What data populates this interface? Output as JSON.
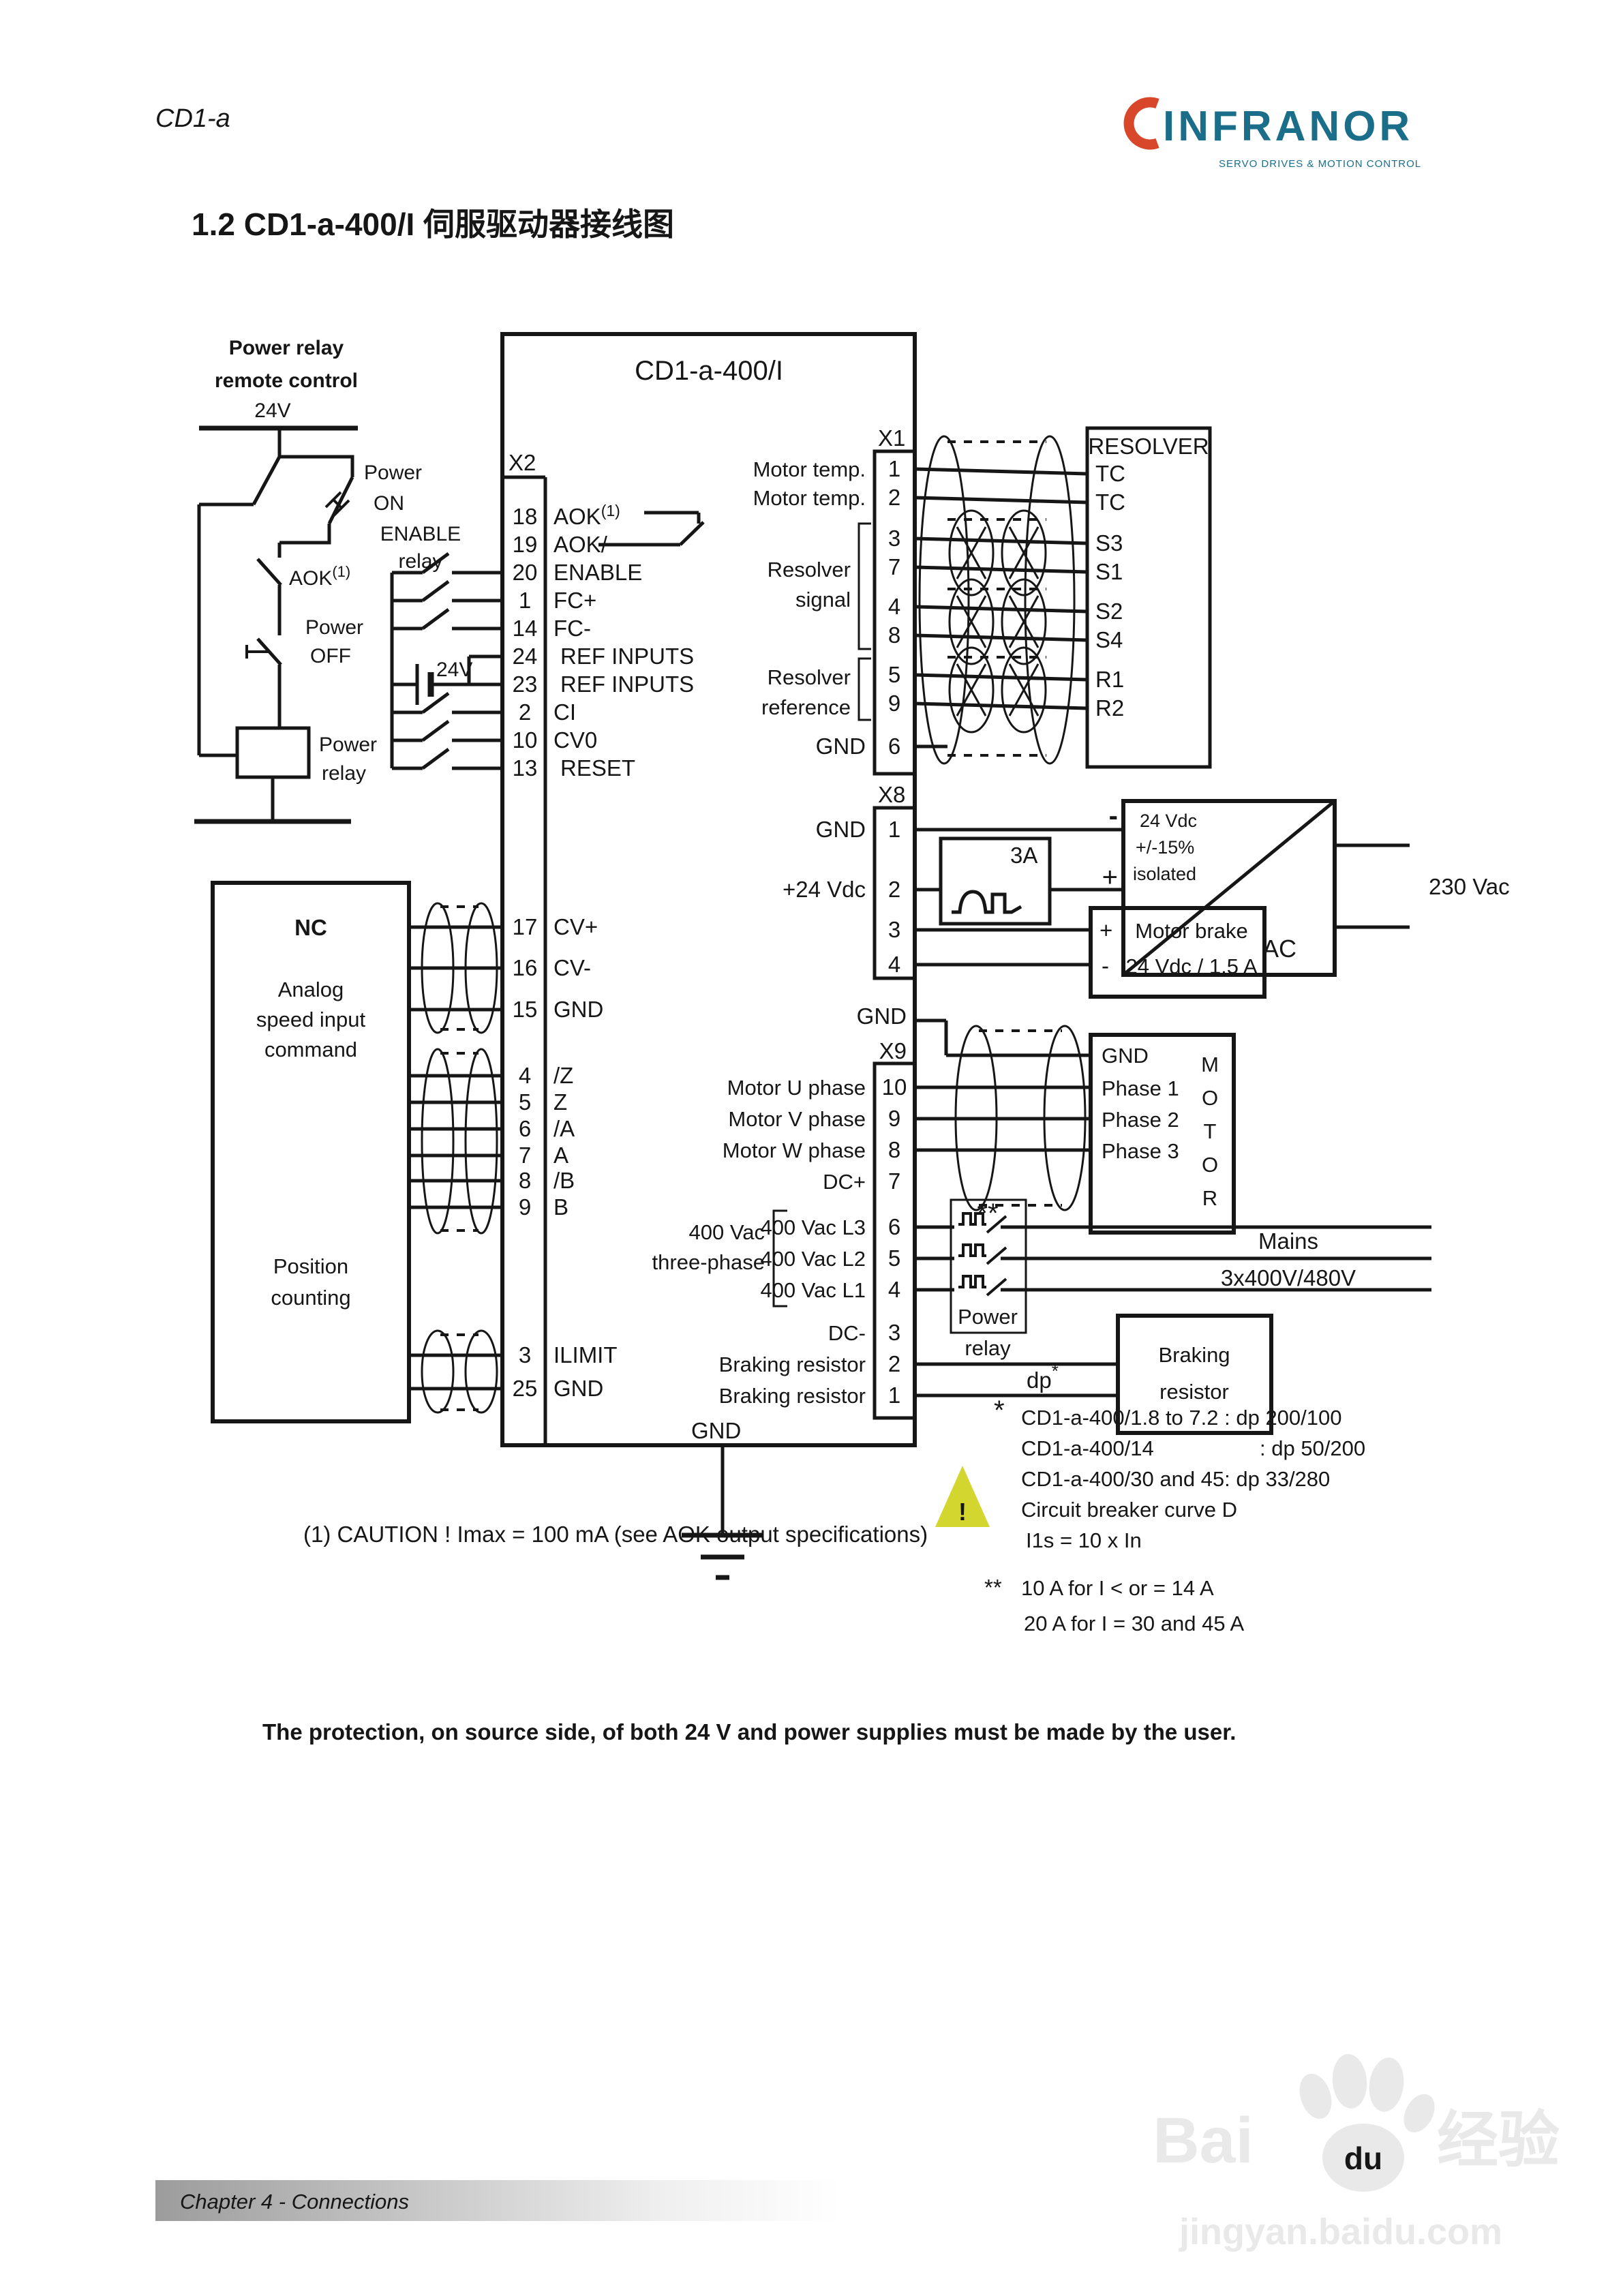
{
  "colors": {
    "logo_accent": "#d9472b",
    "logo_brand": "#1b6e8a",
    "warning_yellow": "#d2d62e",
    "watermark_gray": "#e9e9e9",
    "footer_bar_gray": "#9c9c9c"
  },
  "header": {
    "doc_code": "CD1-a",
    "logo": {
      "text": "INFRANOR",
      "tagline": "SERVO DRIVES & MOTION CONTROL"
    }
  },
  "title": "1.2 CD1-a-400/I 伺服驱动器接线图",
  "diagram": {
    "block_title": "CD1-a-400/I",
    "left_circuit": {
      "heading1": "Power relay",
      "heading2": "remote control",
      "rail": "24V",
      "power_on1": "Power",
      "power_on2": "ON",
      "aok": "AOK",
      "aok_sup": "(1)",
      "power_off1": "Power",
      "power_off2": "OFF",
      "relay1": "Power",
      "relay2": "relay",
      "enable1": "ENABLE",
      "enable2": "relay",
      "battery": "24V"
    },
    "x2": {
      "label": "X2",
      "pins": [
        {
          "num": "18",
          "label": "AOK",
          "sup": "(1)"
        },
        {
          "num": "19",
          "label": "AOK/"
        },
        {
          "num": "20",
          "label": "ENABLE"
        },
        {
          "num": "1",
          "label": "FC+"
        },
        {
          "num": "14",
          "label": "FC-"
        },
        {
          "num": "24",
          "label": "REF INPUTS"
        },
        {
          "num": "23",
          "label": "REF INPUTS"
        },
        {
          "num": "2",
          "label": "CI"
        },
        {
          "num": "10",
          "label": "CV0"
        },
        {
          "num": "13",
          "label": "RESET"
        },
        {
          "num": "17",
          "label": "CV+"
        },
        {
          "num": "16",
          "label": "CV-"
        },
        {
          "num": "15",
          "label": "GND"
        },
        {
          "num": "4",
          "label": "/Z"
        },
        {
          "num": "5",
          "label": "Z"
        },
        {
          "num": "6",
          "label": "/A"
        },
        {
          "num": "7",
          "label": "A"
        },
        {
          "num": "8",
          "label": "/B"
        },
        {
          "num": "9",
          "label": "B"
        },
        {
          "num": "3",
          "label": "ILIMIT"
        },
        {
          "num": "25",
          "label": "GND"
        }
      ]
    },
    "x1": {
      "label": "X1",
      "pins": [
        "1",
        "2",
        "3",
        "7",
        "4",
        "8",
        "5",
        "9",
        "6"
      ],
      "motor_temp1": "Motor temp.",
      "motor_temp2": "Motor temp.",
      "resolver_signal1": "Resolver",
      "resolver_signal2": "signal",
      "resolver_ref1": "Resolver",
      "resolver_ref2": "reference",
      "gnd": "GND"
    },
    "resolver": {
      "title": "RESOLVER",
      "pins": [
        "TC",
        "TC",
        "S3",
        "S1",
        "S2",
        "S4",
        "R1",
        "R2"
      ]
    },
    "x8": {
      "label": "X8",
      "pins": [
        "1",
        "2",
        "3",
        "4"
      ],
      "gnd": "GND",
      "v24": "+24 Vdc",
      "fuse": "3A",
      "psu": {
        "l1": "24 Vdc",
        "l2": "+/-15%",
        "l3": "isolated",
        "ac": "AC",
        "minus": "-",
        "plus": "+",
        "out": "230 Vac"
      },
      "brake": {
        "plus": "+",
        "l1": "Motor brake",
        "minus": "-",
        "l2": "24 Vdc / 1,5 A"
      }
    },
    "x9": {
      "label": "X9",
      "gnd_top": "GND",
      "pins": [
        {
          "num": "10",
          "label": "Motor U phase"
        },
        {
          "num": "9",
          "label": "Motor V phase"
        },
        {
          "num": "8",
          "label": "Motor W phase"
        },
        {
          "num": "7",
          "label": "DC+"
        },
        {
          "num": "6",
          "label": "400 Vac L3"
        },
        {
          "num": "5",
          "label": "400 Vac L2"
        },
        {
          "num": "4",
          "label": "400 Vac L1"
        },
        {
          "num": "3",
          "label": "DC-"
        },
        {
          "num": "2",
          "label": "Braking resistor"
        },
        {
          "num": "1",
          "label": "Braking resistor"
        }
      ],
      "three_phase1": "400 Vac",
      "three_phase2": "three-phase",
      "motor": {
        "rows": [
          "GND",
          "Phase 1",
          "Phase 2",
          "Phase 3"
        ],
        "vertical": [
          "M",
          "O",
          "T",
          "O",
          "R"
        ]
      },
      "breaker": {
        "stars": "**",
        "label1": "Power",
        "label2": "relay"
      },
      "mains1": "Mains",
      "mains2": "3x400V/480V",
      "dp": "dp",
      "dp_sup": "*",
      "braking1": "Braking",
      "braking2": "resistor",
      "gnd_bottom": "GND"
    },
    "nc": {
      "title": "NC",
      "analog1": "Analog",
      "analog2": "speed input",
      "analog3": "command",
      "position1": "Position",
      "position2": "counting"
    },
    "warning": "!",
    "notes": {
      "star": "*",
      "l1": "CD1-a-400/1.8 to 7.2 : dp 200/100",
      "l2a": "CD1-a-400/14",
      "l2b": ": dp 50/200",
      "l3": "CD1-a-400/30 and 45: dp 33/280",
      "l4": "Circuit breaker curve D",
      "l5": "I1s = 10 x In",
      "dstar": "**",
      "d1": "10 A for I < or = 14 A",
      "d2": "20 A for I = 30 and 45 A"
    },
    "caution": "(1) CAUTION ! Imax = 100 mA (see AOK output specifications)"
  },
  "protection_note": "The protection, on source side, of both 24 V and power supplies must be made by the user.",
  "footer": {
    "chapter": "Chapter 4 - Connections"
  },
  "watermark": {
    "bai": "Bai",
    "du": "du",
    "cn": "经验",
    "url": "jingyan.baidu.com"
  }
}
